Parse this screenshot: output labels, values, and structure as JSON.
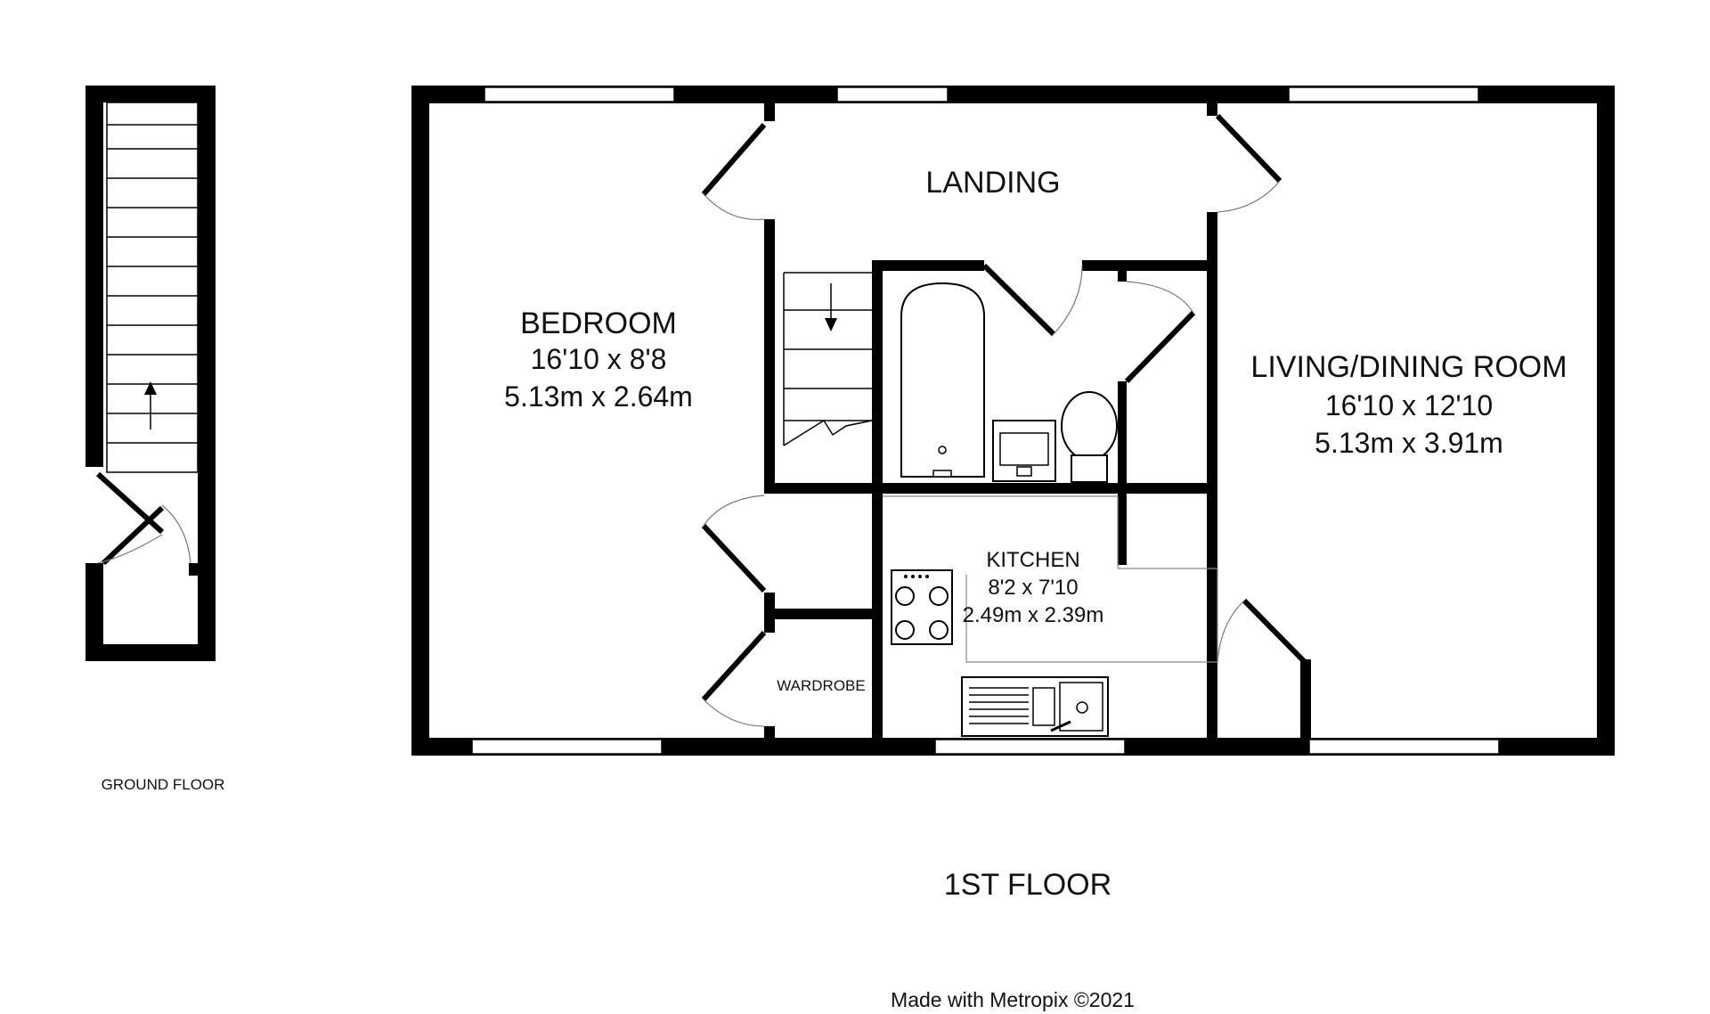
{
  "floors": {
    "ground": {
      "label": "GROUND FLOOR"
    },
    "first": {
      "label": "1ST FLOOR"
    }
  },
  "rooms": {
    "landing": {
      "name": "LANDING"
    },
    "bedroom": {
      "name": "BEDROOM",
      "dim_imperial": "16'10 x 8'8",
      "dim_metric": "5.13m x 2.64m"
    },
    "living": {
      "name": "LIVING/DINING ROOM",
      "dim_imperial": "16'10 x 12'10",
      "dim_metric": "5.13m x 3.91m"
    },
    "kitchen": {
      "name": "KITCHEN",
      "dim_imperial": "8'2 x 7'10",
      "dim_metric": "2.49m x 2.39m"
    },
    "wardrobe": {
      "name": "WARDROBE"
    }
  },
  "credit": "Made with Metropix ©2021"
}
